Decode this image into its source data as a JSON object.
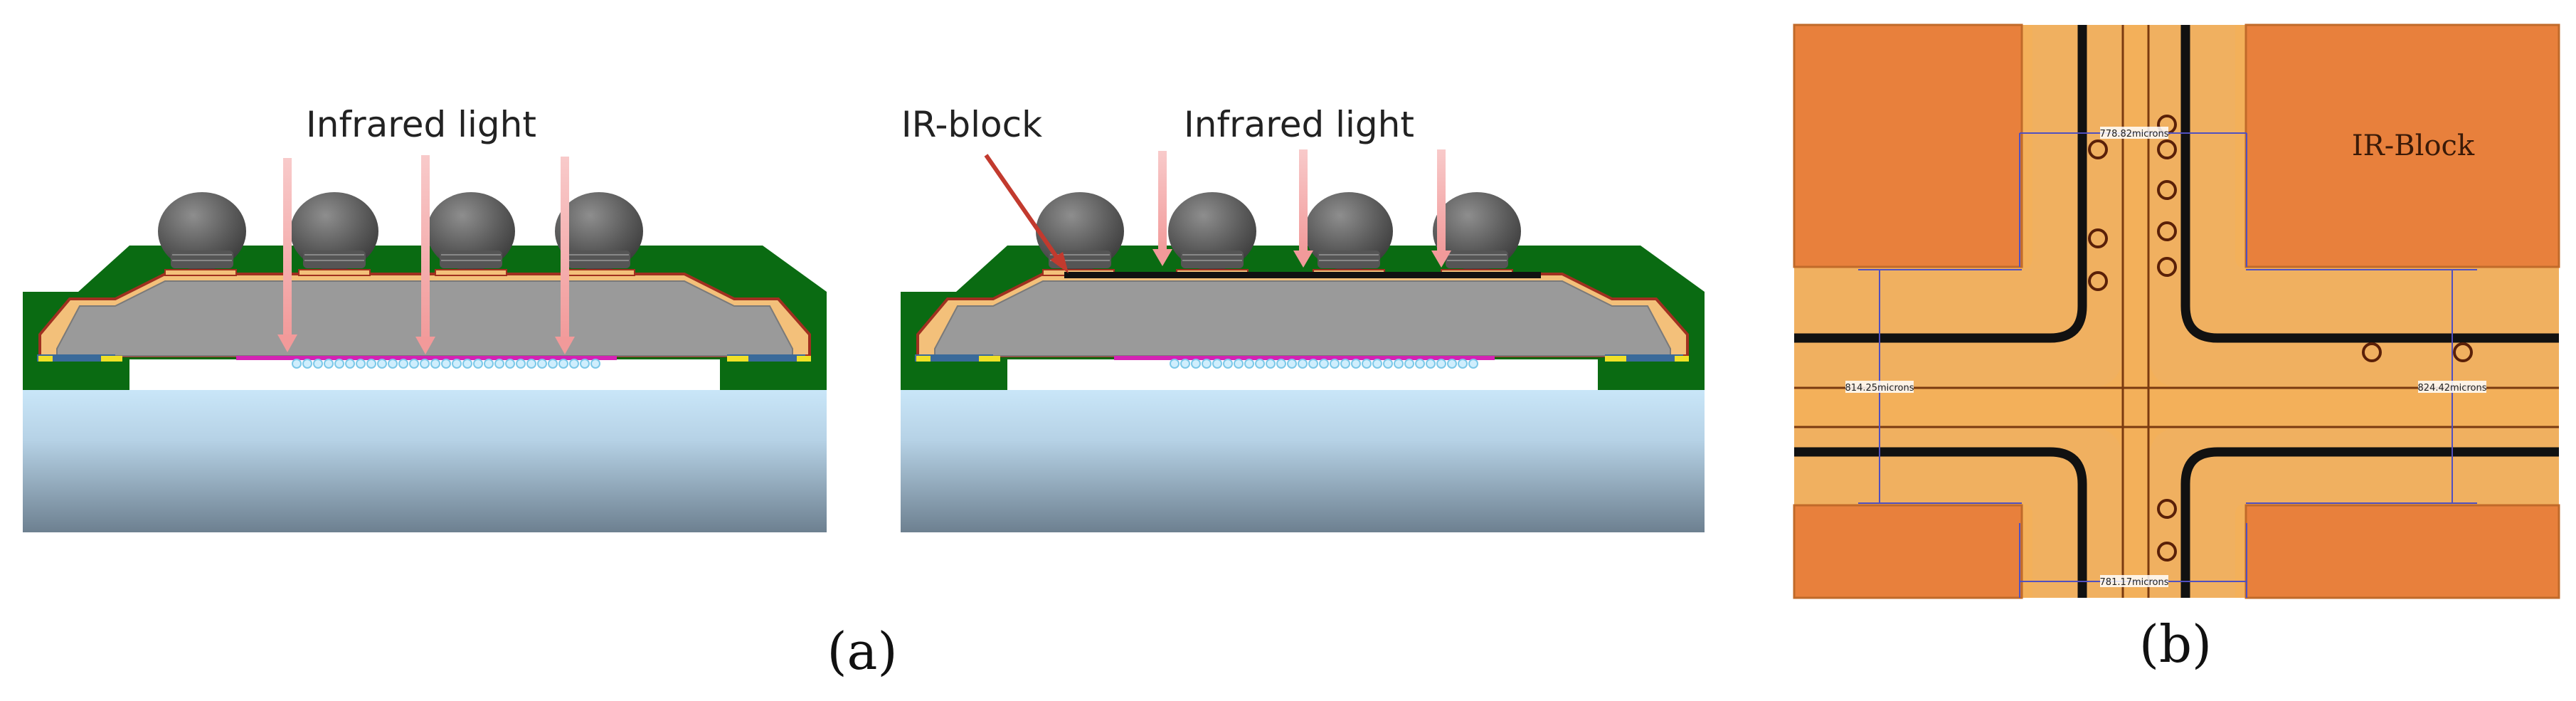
{
  "panel_a": {
    "left_diagram": {
      "label": "Infrared light"
    },
    "right_diagram": {
      "label": "Infrared light",
      "block_label": "IR-block"
    },
    "caption": "(a)"
  },
  "panel_b": {
    "block_label": "IR-Block",
    "measurements": [
      "778.82microns",
      "814.25microns",
      "824.42microns",
      "781.17microns"
    ],
    "caption": "(b)"
  },
  "colors": {
    "mold_green": "#0a6b12",
    "chip_gray": "#9a9a9a",
    "bump_dark": "#5a5a5a",
    "arrow_pink": "#f4b4b4",
    "ir_block_red": "#c23a2e",
    "copper_orange": "#e8803c",
    "trace_gold": "#f0b060",
    "measure_purple": "#5050c0",
    "substrate_top": "#c9e6f8",
    "substrate_bottom": "#6d8090",
    "pad_magenta": "#d422b4",
    "pad_yellow": "#f0e028"
  }
}
